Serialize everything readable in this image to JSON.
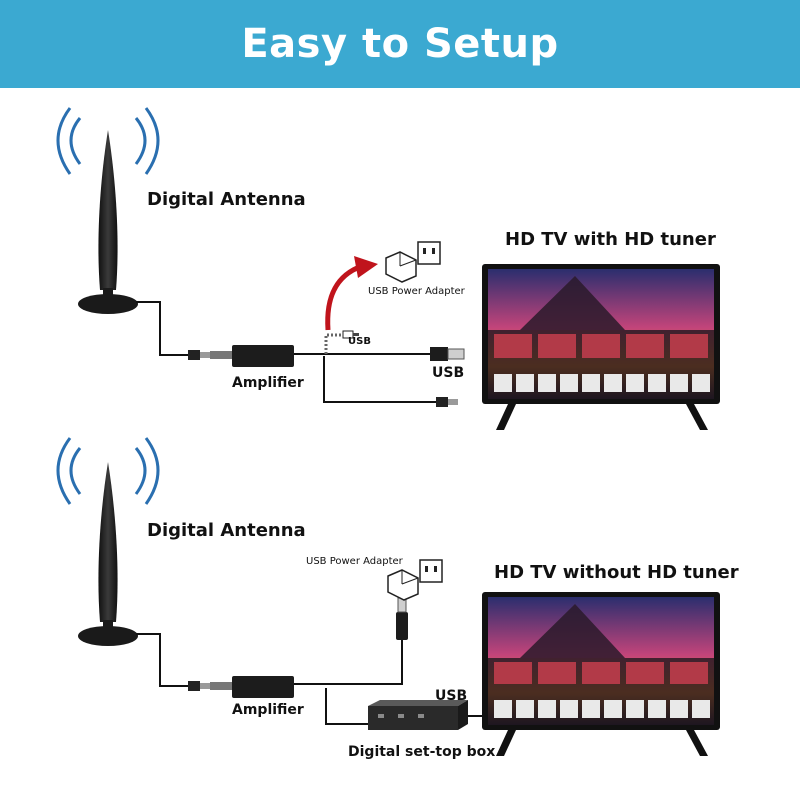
{
  "header": {
    "title": "Easy to Setup"
  },
  "panels": [
    {
      "antenna_label": "Digital Antenna",
      "amplifier_label": "Amplifier",
      "adapter_label": "USB Power Adapter",
      "usb_cable_label": "USB",
      "usb_plug_label": "USB",
      "tv_title": "HD TV  with HD tuner"
    },
    {
      "antenna_label": "Digital Antenna",
      "amplifier_label": "Amplifier",
      "adapter_label": "USB Power Adapter",
      "usb_label": "USB",
      "settop_label": "Digital set-top box",
      "tv_title": "HD TV  without HD tuner"
    }
  ],
  "colors": {
    "header_bg": "#3ba9d1",
    "signal_waves": "#2a6fb0",
    "arrow": "#c0141c",
    "device": "#1c1c1c"
  },
  "icons": [
    "antenna-icon",
    "signal-waves-icon",
    "amplifier-icon",
    "wall-outlet-icon",
    "power-adapter-icon",
    "usb-plug-icon",
    "coax-connector-icon",
    "tv-icon",
    "settop-box-icon",
    "curved-arrow-icon"
  ]
}
